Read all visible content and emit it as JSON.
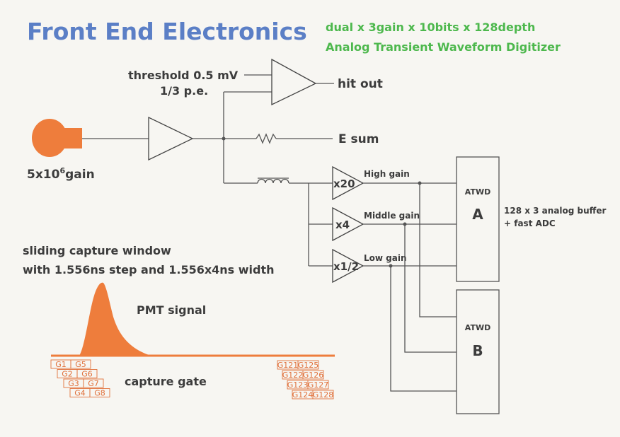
{
  "title": "Front End Electronics",
  "subtitle_line1": "dual x 3gain x 10bits x 128depth",
  "subtitle_line2": "Analog Transient Waveform Digitizer",
  "pmt": {
    "gain_prefix": "5x10",
    "gain_exp": "6",
    "gain_suffix": "gain",
    "color": "#ee7d3c"
  },
  "threshold": {
    "line1": "threshold 0.5 mV",
    "line2": "1/3 p.e."
  },
  "outputs": {
    "hit_out": "hit out",
    "e_sum": "E sum"
  },
  "amplifiers": {
    "high": {
      "factor": "x20",
      "label": "High gain"
    },
    "middle": {
      "factor": "x4",
      "label": "Middle gain"
    },
    "low": {
      "factor": "x1/2",
      "label": "Low gain"
    }
  },
  "atwd_a": {
    "name": "ATWD",
    "letter": "A"
  },
  "atwd_b": {
    "name": "ATWD",
    "letter": "B"
  },
  "buffer_note": {
    "line1": "128 x 3 analog buffer",
    "line2": "+ fast ADC"
  },
  "capture_window": {
    "line1": "sliding capture window",
    "line2": "with 1.556ns step and 1.556x4ns width"
  },
  "pmt_signal": "PMT signal",
  "capture_gate": "capture gate",
  "gates_left": [
    [
      "G1",
      "G5"
    ],
    [
      "G2",
      "G6"
    ],
    [
      "G3",
      "G7"
    ],
    [
      "G4",
      "G8"
    ]
  ],
  "gates_right": [
    [
      "G121",
      "G125"
    ],
    [
      "G122",
      "G126"
    ],
    [
      "G123",
      "G127"
    ],
    [
      "G124",
      "G128"
    ]
  ],
  "colors": {
    "title": "#5b7fc6",
    "subtitle": "#4db84d",
    "signal": "#ee7d3c",
    "gate": "#e0703a"
  }
}
